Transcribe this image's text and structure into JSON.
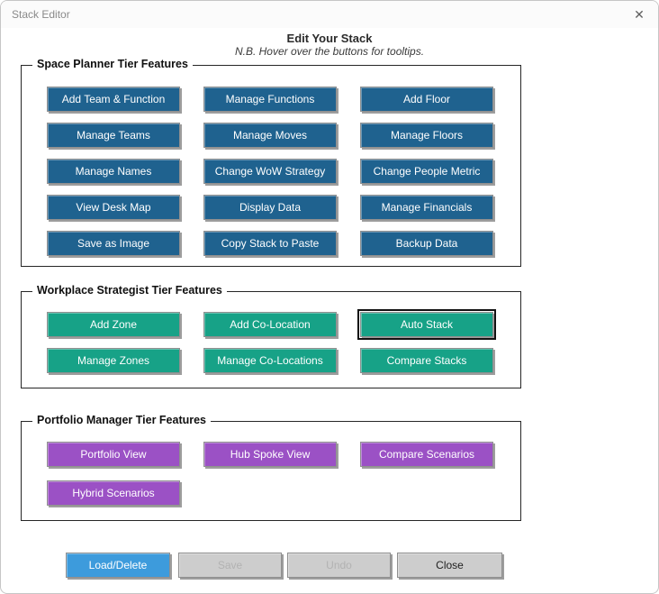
{
  "window": {
    "title": "Stack Editor",
    "close_glyph": "✕"
  },
  "header": {
    "title": "Edit Your Stack",
    "subtitle": "N.B. Hover over the buttons for tooltips."
  },
  "colors": {
    "tier1": "#1F628F",
    "tier2": "#17A287",
    "tier3": "#9B51C5",
    "load_delete": "#3D9BDC",
    "disabled_bg": "#CDCDCD",
    "group_border": "#262626",
    "button_text": "#FFFFFF"
  },
  "groups": [
    {
      "label": "Space Planner Tier Features",
      "buttons": [
        "Add Team & Function",
        "Manage Functions",
        "Add Floor",
        "Manage Teams",
        "Manage Moves",
        "Manage Floors",
        "Manage Names",
        "Change WoW Strategy",
        "Change People Metric",
        "View Desk Map",
        "Display Data",
        "Manage Financials",
        "Save as Image",
        "Copy Stack to Paste",
        "Backup Data"
      ]
    },
    {
      "label": "Workplace Strategist Tier Features",
      "buttons": [
        "Add Zone",
        "Add Co-Location",
        "Auto Stack",
        "Manage Zones",
        "Manage Co-Locations",
        "Compare Stacks"
      ],
      "focused_button": "Auto Stack"
    },
    {
      "label": "Portfolio Manager Tier Features",
      "buttons": [
        "Portfolio View",
        "Hub Spoke View",
        "Compare Scenarios",
        "Hybrid Scenarios"
      ]
    }
  ],
  "footer": {
    "buttons": [
      {
        "label": "Load/Delete",
        "enabled": true
      },
      {
        "label": "Save",
        "enabled": false
      },
      {
        "label": "Undo",
        "enabled": false
      },
      {
        "label": "Close",
        "enabled": true
      }
    ]
  }
}
